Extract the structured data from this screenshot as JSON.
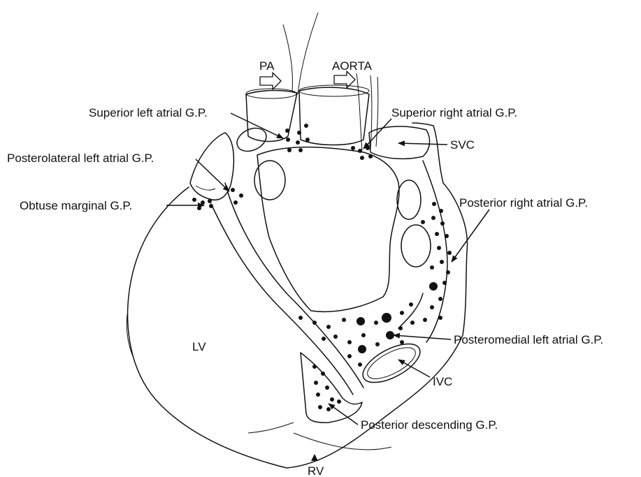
{
  "labels": {
    "pa": "PA",
    "aorta": "AORTA",
    "superior_left_atrial_gp": "Superior left atrial G.P.",
    "superior_right_atrial_gp": "Superior right atrial G.P.",
    "svc": "SVC",
    "posterolateral_left_atrial_gp": "Posterolateral left atrial G.P.",
    "obtuse_marginal_gp": "Obtuse marginal G.P.",
    "posterior_right_atrial_gp": "Posterior right atrial G.P.",
    "posteromedial_left_atrial_gp": "Posteromedial left atrial G.P.",
    "ivc": "IVC",
    "lv": "LV",
    "posterior_descending_gp": "Posterior descending G.P.",
    "rv": "RV"
  },
  "colors": {
    "ink": "#111111",
    "background": "#ffffff"
  }
}
